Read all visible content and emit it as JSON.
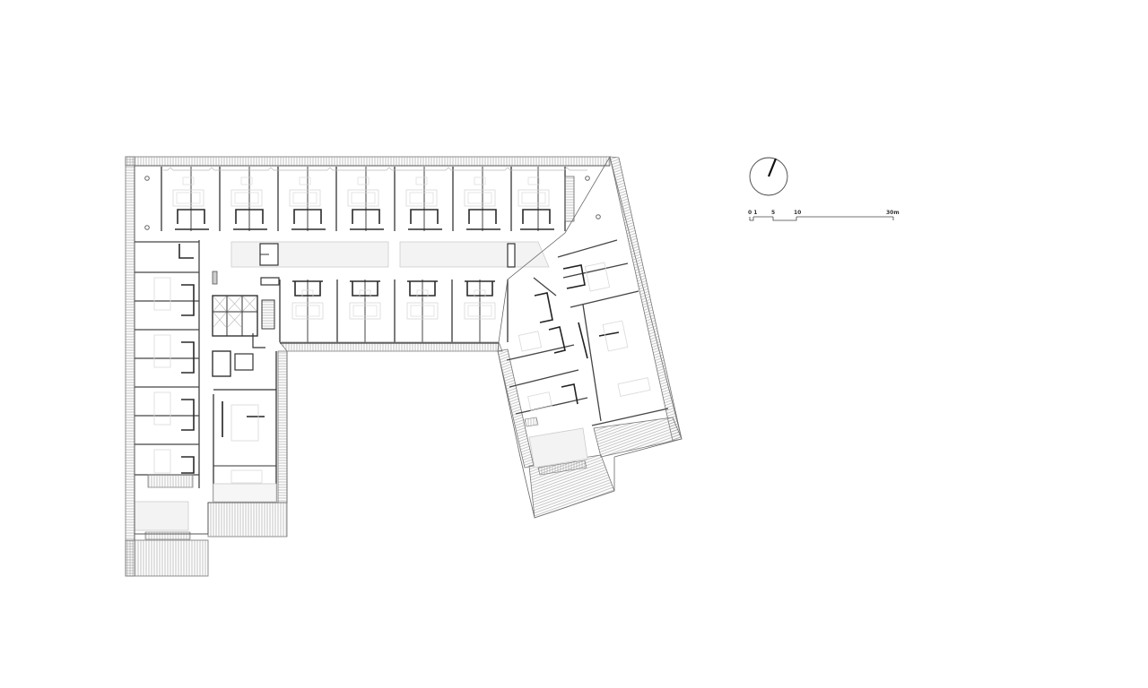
{
  "diagram": {
    "type": "architectural-floor-plan",
    "building": {
      "wings": [
        {
          "name": "north-wing",
          "rooms_north_side": 7,
          "rooms_south_side": 4
        },
        {
          "name": "west-wing",
          "rooms": 5
        },
        {
          "name": "east-wing",
          "rooms": 5
        }
      ],
      "core": {
        "elevators": 3,
        "stairs": 2
      }
    },
    "north_arrow": {
      "label": "",
      "rotation_deg": 25
    },
    "scale_bar": {
      "labels": [
        "0 1",
        "5",
        "10",
        "30m"
      ],
      "unit": "m"
    },
    "colors": {
      "wall": "#3a3a3a",
      "thin_line": "#9a9a9a",
      "furniture": "#d4d4d4",
      "hatch": "#8a8a8a",
      "atrium_fill": "#f2f2f2",
      "background": "#ffffff"
    }
  }
}
